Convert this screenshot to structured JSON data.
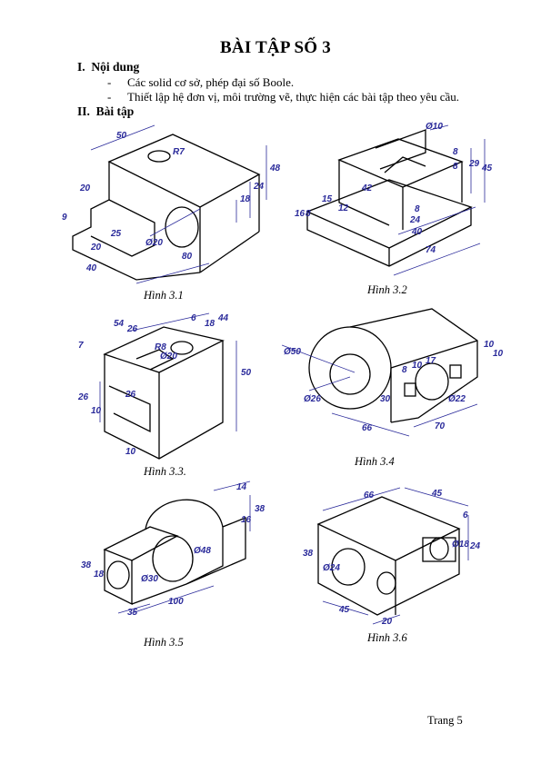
{
  "title": "BÀI TẬP SỐ 3",
  "section1": {
    "number": "I.",
    "heading": "Nội dung"
  },
  "bullets": [
    {
      "dash": "-",
      "text": "Các solid cơ sở, phép đại số Boole."
    },
    {
      "dash": "-",
      "text": "Thiết lập hệ đơn vị, môi trường vẽ, thực hiện các bài tập theo yêu cầu."
    }
  ],
  "section2": {
    "number": "II.",
    "heading": "Bài tập"
  },
  "figures": [
    {
      "caption": "Hình 3.1",
      "dims": [
        "50",
        "48",
        "24",
        "18",
        "R7",
        "20",
        "9",
        "25",
        "20",
        "Ø20",
        "80",
        "40"
      ]
    },
    {
      "caption": "Hình 3.2",
      "dims": [
        "Ø10",
        "8",
        "8",
        "29",
        "45",
        "42",
        "8",
        "24",
        "40",
        "15",
        "12",
        "16",
        "8",
        "74"
      ]
    },
    {
      "caption": "Hình 3.3.",
      "dims": [
        "54",
        "26",
        "6",
        "18",
        "44",
        "R8",
        "Ø20",
        "50",
        "26",
        "26",
        "10",
        "10",
        "7"
      ]
    },
    {
      "caption": "Hình 3.4",
      "dims": [
        "Ø50",
        "Ø26",
        "8",
        "10",
        "17",
        "30",
        "Ø22",
        "66",
        "70",
        "10",
        "10"
      ]
    },
    {
      "caption": "Hình 3.5",
      "dims": [
        "14",
        "38",
        "16",
        "Ø48",
        "Ø30",
        "38",
        "18",
        "35",
        "100"
      ]
    },
    {
      "caption": "Hình 3.6",
      "dims": [
        "66",
        "45",
        "6",
        "Ø18",
        "24",
        "38",
        "Ø24",
        "45",
        "20"
      ]
    }
  ],
  "page": {
    "label": "Trang 5"
  }
}
